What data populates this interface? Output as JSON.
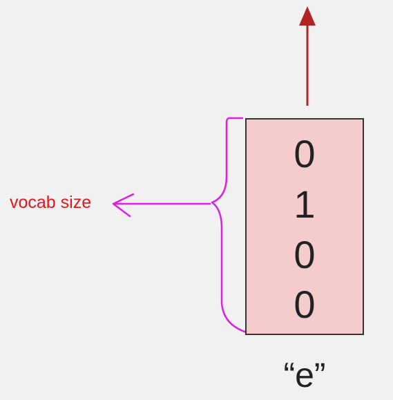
{
  "vector": {
    "values": [
      "0",
      "1",
      "0",
      "0"
    ]
  },
  "token": {
    "label": "“e”"
  },
  "annotation": {
    "label": "vocab size"
  },
  "colors": {
    "background": "#f1f1f1",
    "vector_fill": "#f4cccc",
    "vector_border": "#333333",
    "output_arrow": "#b22424",
    "annotation_ink": "#e01ee0",
    "annotation_text": "#e5161b"
  }
}
